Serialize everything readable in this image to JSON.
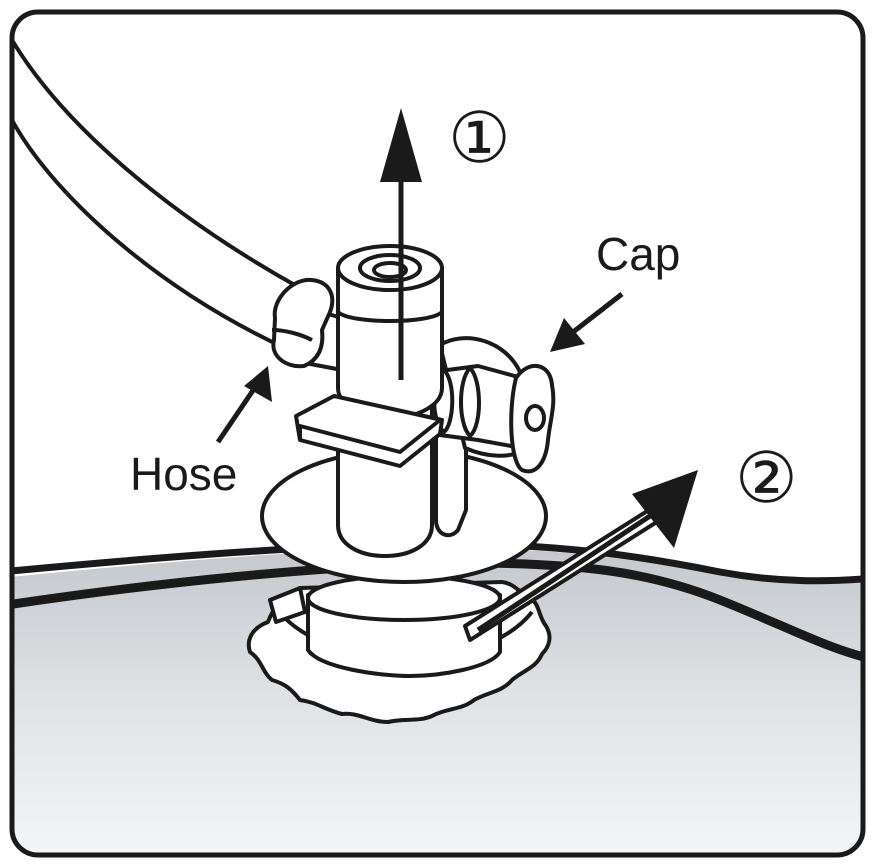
{
  "labels": {
    "cap": "Cap",
    "hose": "Hose",
    "step_one": "①",
    "step_two": "②"
  },
  "colors": {
    "stroke": "#1a1a1a",
    "part_fill": "#ffffff",
    "tank_light": "#f4f5f7",
    "tank_dark": "#b7bac0"
  },
  "icons": {
    "step_one_arrow": "arrow-up-icon",
    "step_two_arrow": "arrow-diagonal-icon",
    "cap_arrow": "arrow-down-left-icon",
    "hose_arrow": "arrow-up-right-icon"
  }
}
